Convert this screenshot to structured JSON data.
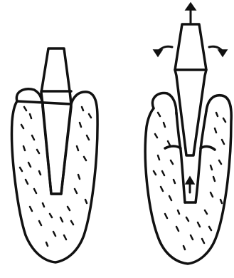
{
  "diagram": {
    "panels": [
      {
        "id": "left",
        "state": "tool-inserted",
        "arrows": []
      },
      {
        "id": "right",
        "state": "tool-extracting",
        "arrows": [
          "up",
          "up-inner",
          "left-outward",
          "right-outward"
        ]
      }
    ]
  },
  "colors": {
    "ink": "#111111",
    "background": "#ffffff"
  }
}
